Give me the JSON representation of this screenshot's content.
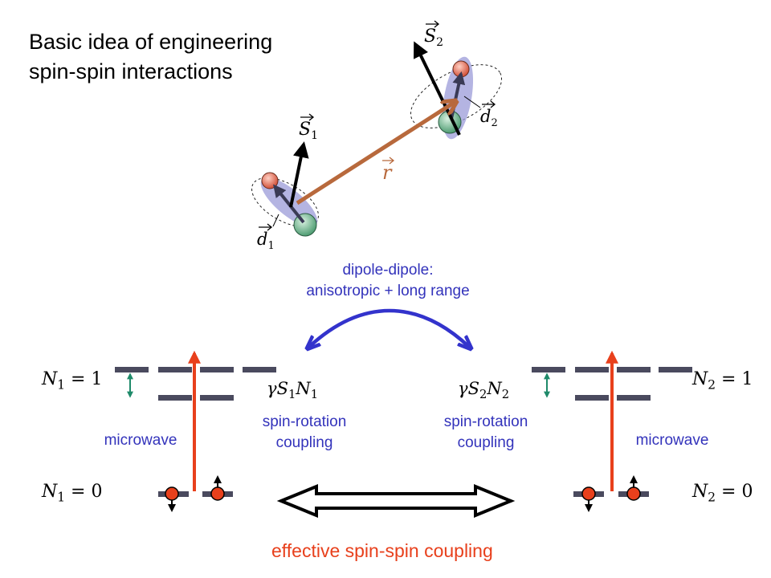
{
  "title": {
    "line1": "Basic idea of engineering",
    "line2": "spin-spin interactions"
  },
  "molecule": {
    "s1_label": "S",
    "s1_sub": "1",
    "s2_label": "S",
    "s2_sub": "2",
    "d1_label": "d",
    "d1_sub": "1",
    "d2_label": "d",
    "d2_sub": "2",
    "r_label": "r"
  },
  "dipole": {
    "line1": "dipole-dipole:",
    "line2": "anisotropic + long range"
  },
  "left": {
    "upper_level": {
      "var": "N",
      "sub": "1",
      "eq": " = 1"
    },
    "lower_level": {
      "var": "N",
      "sub": "1",
      "eq": " = 0"
    },
    "microwave": "microwave",
    "coupling_term": {
      "prefix": "γ",
      "s": "S",
      "s_sub": "1",
      "n": "N",
      "n_sub": "1"
    },
    "coupling_line1": "spin-rotation",
    "coupling_line2": "coupling"
  },
  "right": {
    "upper_level": {
      "var": "N",
      "sub": "2",
      "eq": " = 1"
    },
    "lower_level": {
      "var": "N",
      "sub": "2",
      "eq": " = 0"
    },
    "microwave": "microwave",
    "coupling_term": {
      "prefix": "γ",
      "s": "S",
      "s_sub": "2",
      "n": "N",
      "n_sub": "2"
    },
    "coupling_line1": "spin-rotation",
    "coupling_line2": "coupling"
  },
  "effective": "effective spin-spin coupling",
  "colors": {
    "blue_text": "#3333bb",
    "red": "#e8401c",
    "level_bar": "#4a4a5e",
    "teal": "#1f8a6a",
    "r_arrow": "#b8693c",
    "ellipse_fill": "#9b9bd8"
  }
}
